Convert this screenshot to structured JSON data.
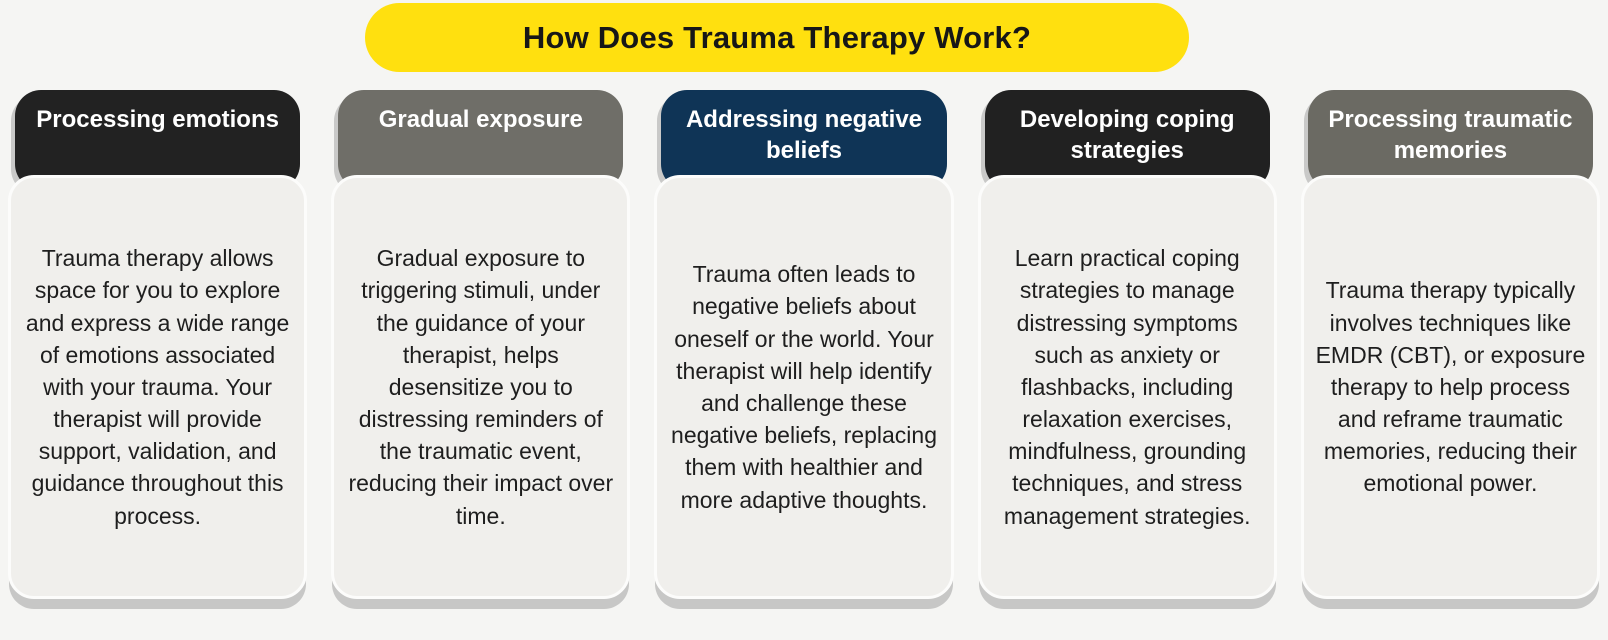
{
  "title": "How Does Trauma Therapy Work?",
  "colors": {
    "page_background": "#f5f5f3",
    "title_bg": "#ffe00f",
    "title_text": "#171717",
    "card_body_bg": "#f0efec",
    "card_body_border": "#fcfcfb",
    "shadow": "#c8c8c7",
    "header_text": "#ffffff"
  },
  "cards": [
    {
      "id": "processing-emotions",
      "header": "Processing emotions",
      "header_color": "#222222",
      "body": "Trauma therapy allows space for you to explore and express a wide range of emotions associated with your trauma. Your therapist will provide support, validation, and guidance throughout this process."
    },
    {
      "id": "gradual-exposure",
      "header": "Gradual exposure",
      "header_color": "#6f6e68",
      "body": "Gradual exposure to triggering stimuli, under the guidance of your therapist, helps desensitize you to distressing reminders of the traumatic event, reducing their impact over time."
    },
    {
      "id": "addressing-negative-beliefs",
      "header": "Addressing negative beliefs",
      "header_color": "#0f3456",
      "body": "Trauma often leads to negative beliefs about oneself or the world. Your therapist will help identify and challenge these negative beliefs, replacing them with healthier and more adaptive thoughts."
    },
    {
      "id": "developing-coping-strategies",
      "header": "Developing coping strategies",
      "header_color": "#212121",
      "body": "Learn practical coping strategies to manage distressing symptoms such as anxiety or flashbacks, including relaxation exercises, mindfulness, grounding techniques, and stress management strategies."
    },
    {
      "id": "processing-traumatic-memories",
      "header": "Processing traumatic memories",
      "header_color": "#6b6a63",
      "body": "Trauma therapy typically involves techniques like EMDR (CBT), or exposure therapy to help process and reframe traumatic memories, reducing their emotional power."
    }
  ]
}
